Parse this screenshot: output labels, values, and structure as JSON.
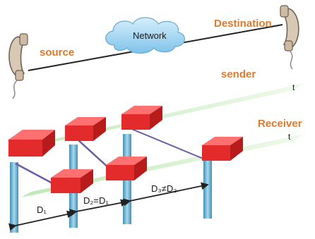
{
  "labels": {
    "network": "Network",
    "source": "source",
    "destination": "Destination",
    "sender": "sender",
    "receiver": "Receiver",
    "time_axis": "t",
    "d1": "D₁",
    "d2_eq_d1": "D₂=D₁",
    "d3_neq_d2": "D₃≠D₂"
  },
  "colors": {
    "label_orange": "#e07a2a",
    "packet_red": "#e32b2b",
    "timeline_green": "#c9ecc0",
    "drop_blue": "#5aa6c8",
    "network_cloud": "#9fd3f2"
  }
}
